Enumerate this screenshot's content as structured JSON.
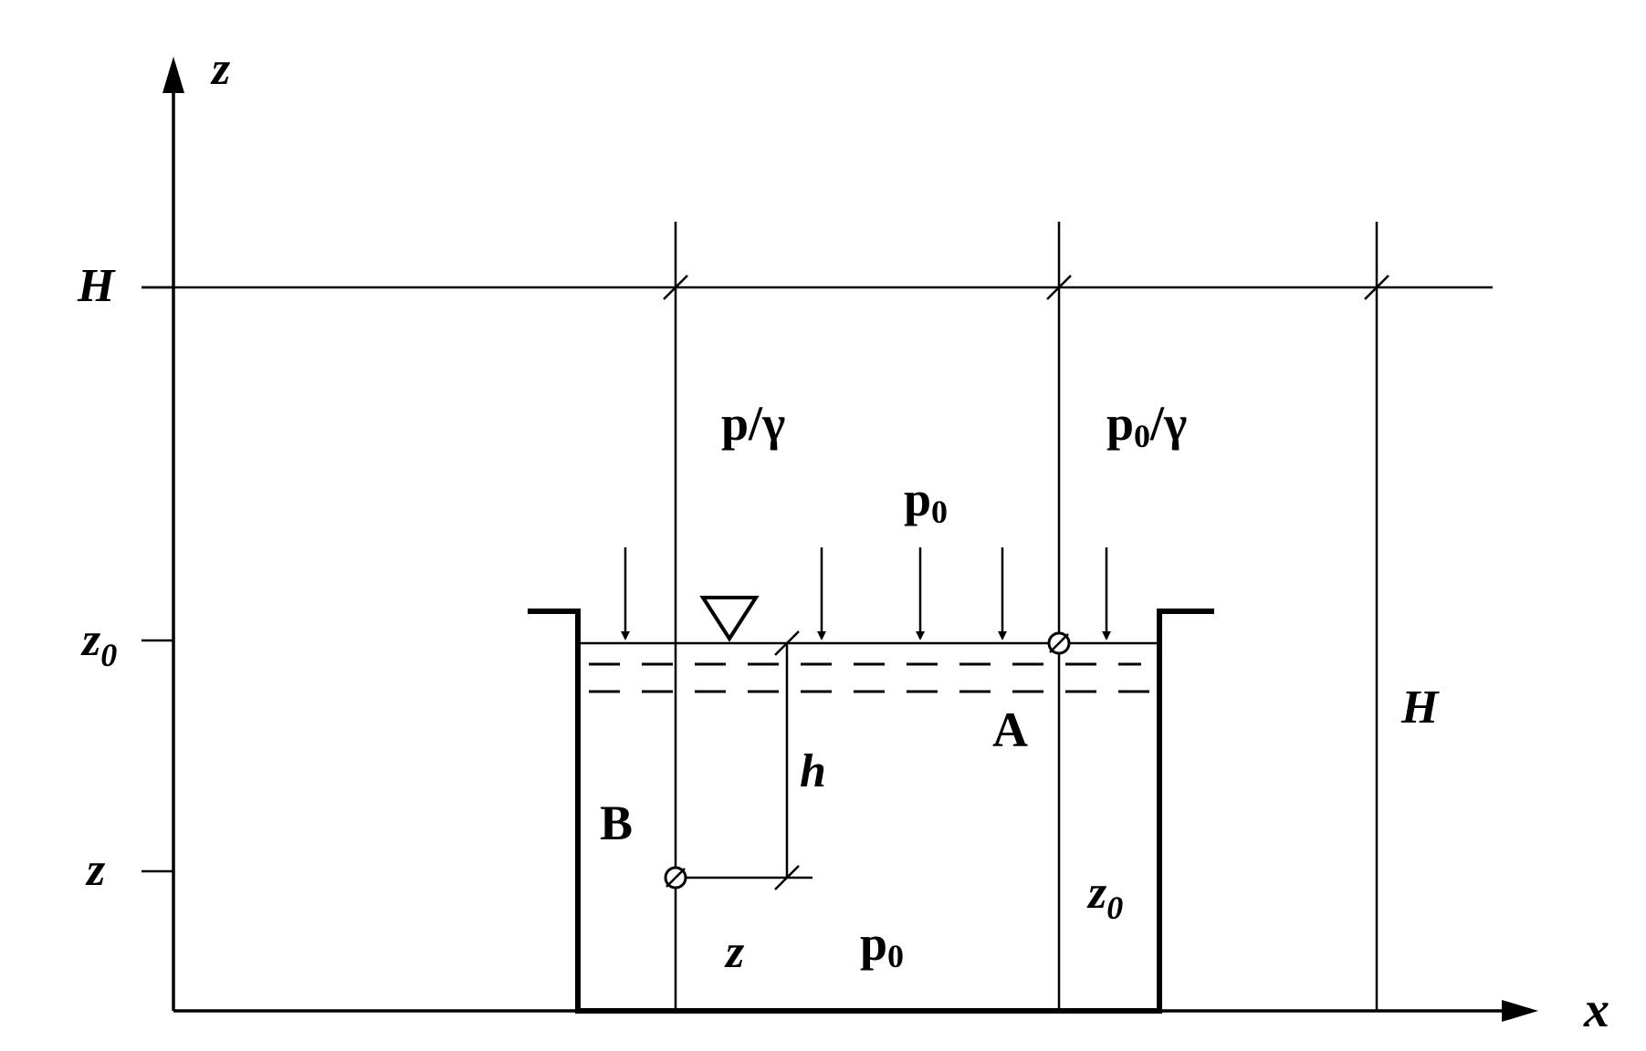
{
  "axes": {
    "z_axis": "z",
    "x_axis": "x"
  },
  "levels": {
    "H_left": "H",
    "z0_left": "z",
    "z0_left_sub": "0",
    "z_left": "z"
  },
  "labels": {
    "p_over_gamma": "p/γ",
    "p0_over_gamma_p": "p",
    "p0_over_gamma_sub": "0",
    "p0_over_gamma_rest": "/γ",
    "p0_top_p": "p",
    "p0_top_sub": "0",
    "point_A": "A",
    "point_B": "B",
    "h": "h",
    "H_right": "H",
    "z_bottom": "z",
    "p0_bottom_p": "p",
    "p0_bottom_sub": "0",
    "z0_right": "z",
    "z0_right_sub": "0"
  },
  "colors": {
    "ink": "#000000",
    "background": "#ffffff"
  }
}
